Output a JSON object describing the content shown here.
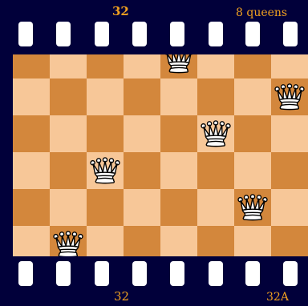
{
  "film_strip": {
    "top_frame_number": "32",
    "top_caption": "8 queens",
    "bottom_frame_number": "32",
    "bottom_edge_code": "32A",
    "label_color": "#f0a020",
    "background_color": "#01003a",
    "perforation_color": "#ffffff"
  },
  "board": {
    "light_square_color": "#f7c798",
    "dark_square_color": "#d3873c",
    "piece_icon": "white-queen-icon",
    "queens": [
      {
        "row": 0,
        "col": 4
      },
      {
        "row": 1,
        "col": 7
      },
      {
        "row": 2,
        "col": 5
      },
      {
        "row": 3,
        "col": 2
      },
      {
        "row": 4,
        "col": 6
      },
      {
        "row": 5,
        "col": 1
      }
    ]
  }
}
